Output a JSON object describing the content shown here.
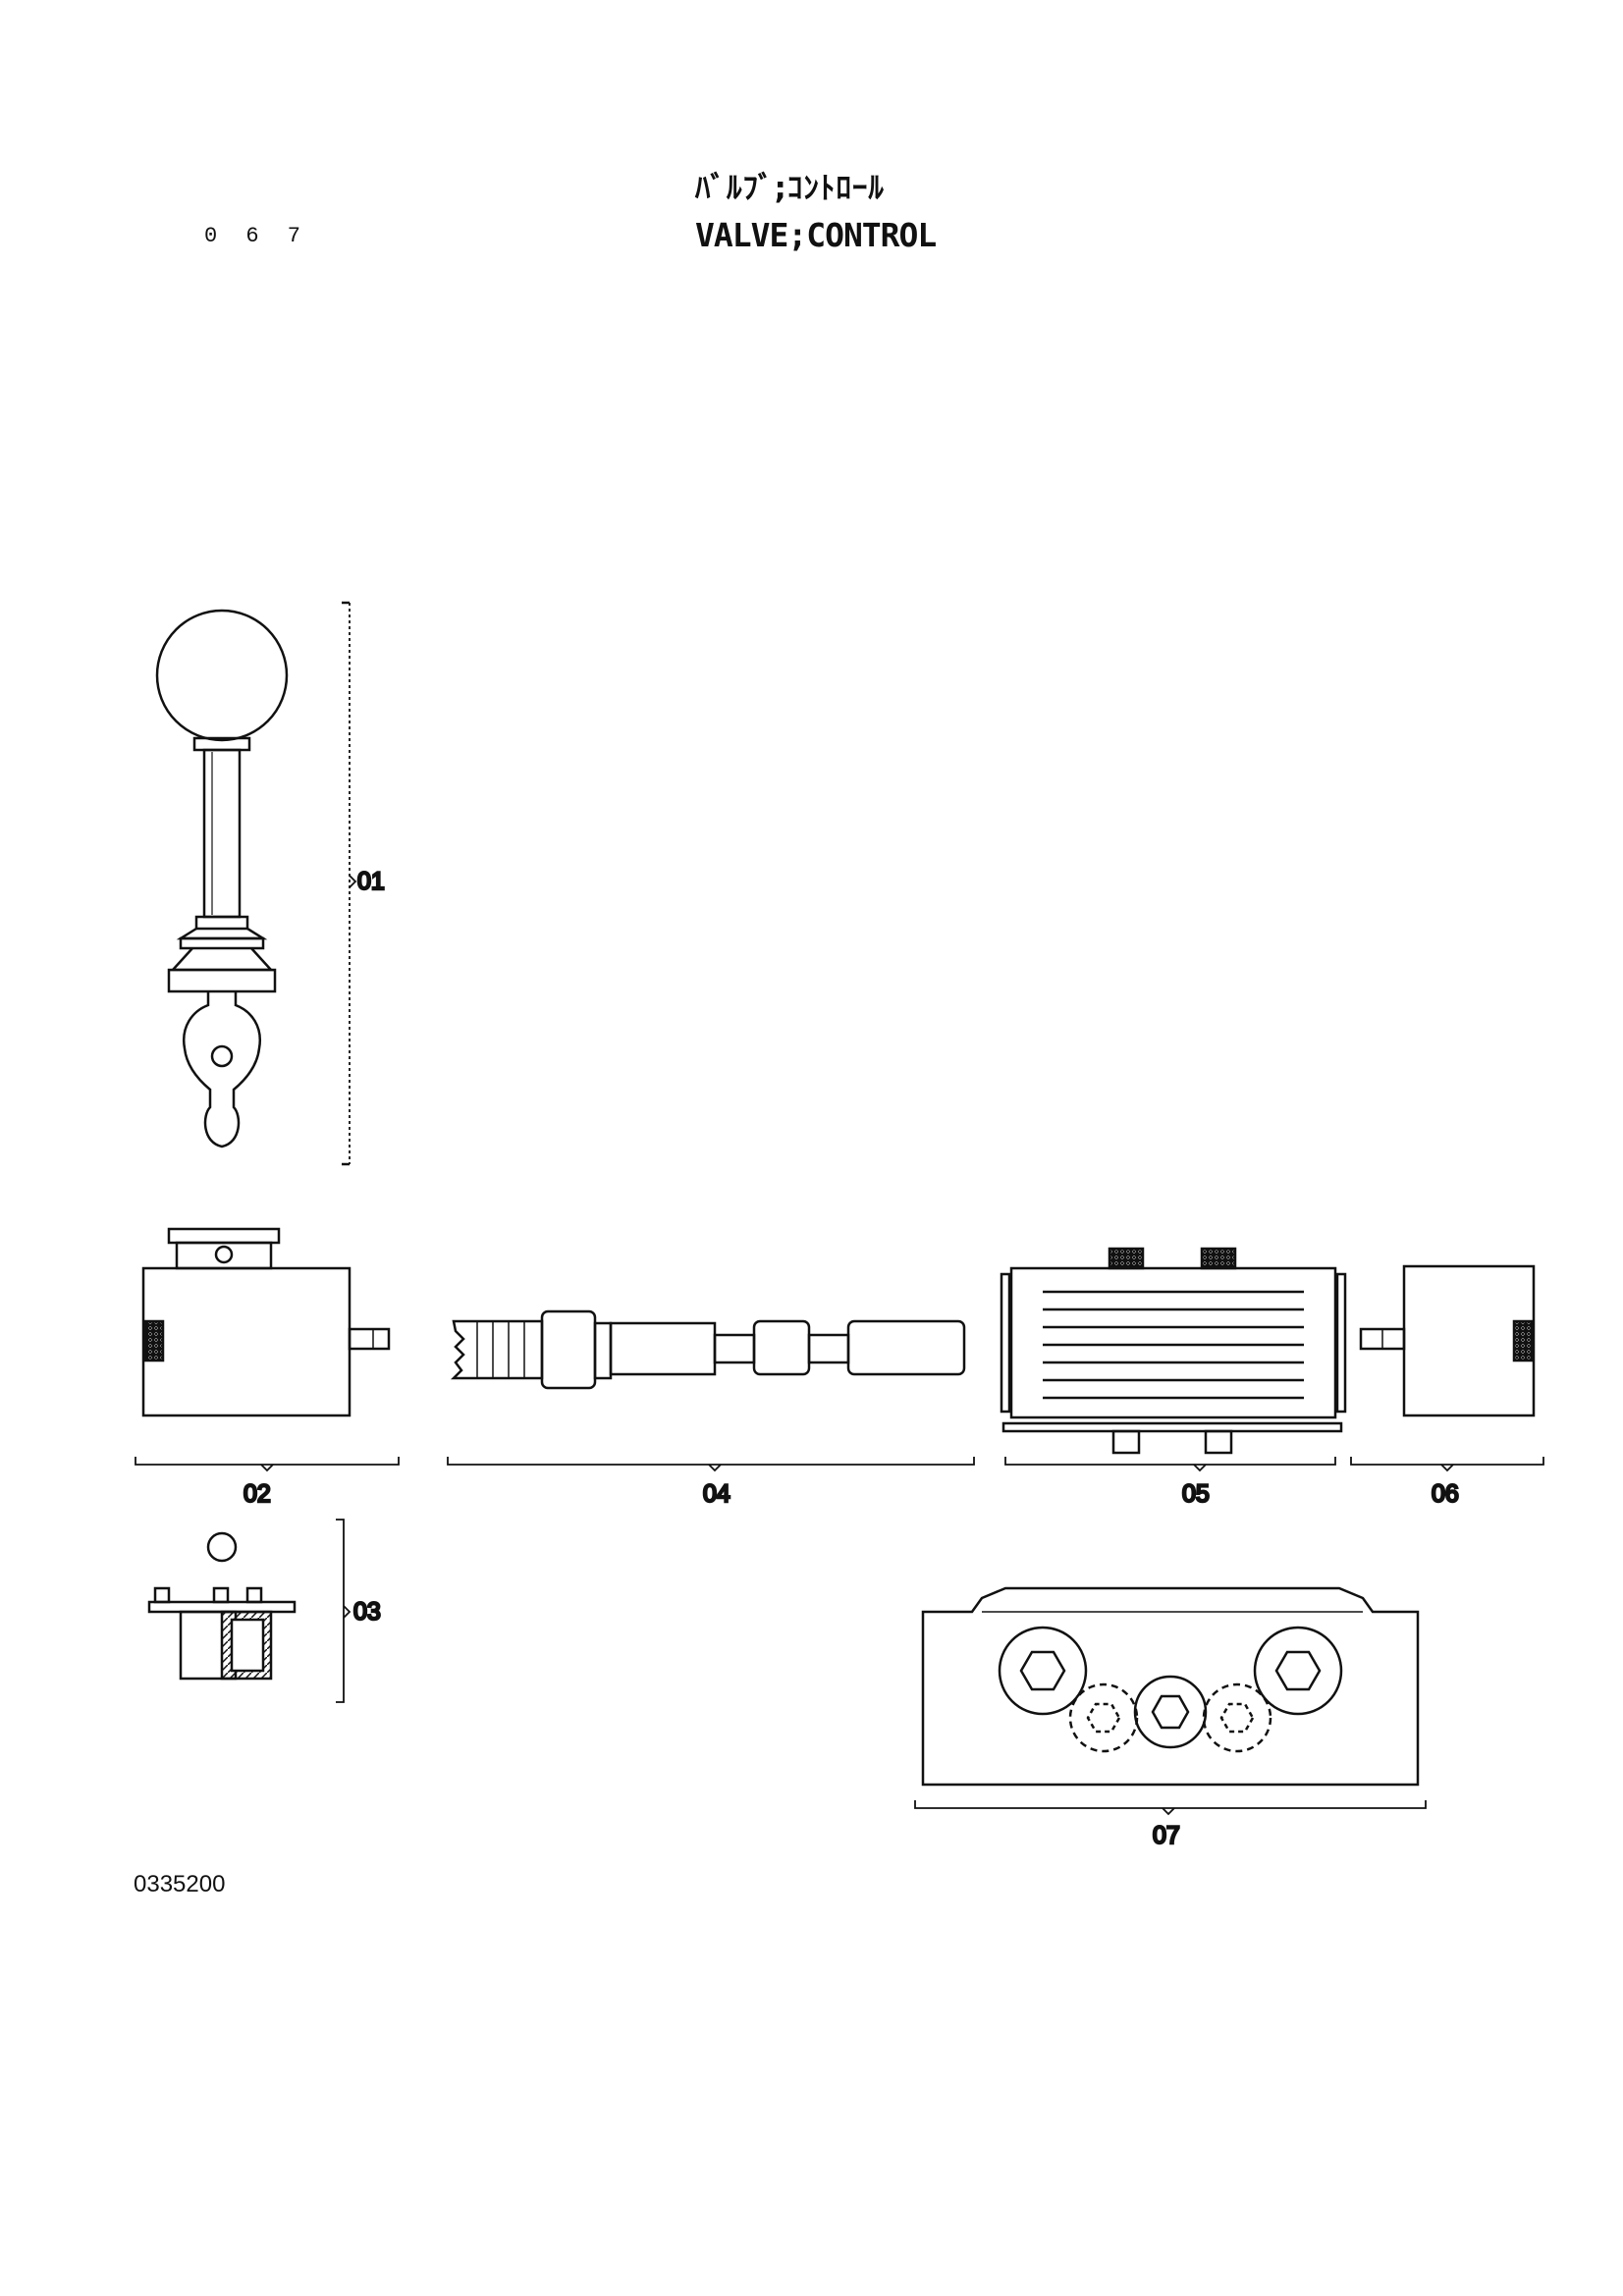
{
  "header": {
    "page_number": "0 6 7",
    "title_jp": "ﾊﾞﾙﾌﾞ;ｺﾝﾄﾛｰﾙ",
    "title_en": "VALVE;CONTROL"
  },
  "parts": [
    {
      "id": "01",
      "label": "01"
    },
    {
      "id": "02",
      "label": "02"
    },
    {
      "id": "03",
      "label": "03"
    },
    {
      "id": "04",
      "label": "04"
    },
    {
      "id": "05",
      "label": "05"
    },
    {
      "id": "06",
      "label": "06"
    },
    {
      "id": "07",
      "label": "07"
    }
  ],
  "footer": {
    "doc_code": "0335200"
  }
}
